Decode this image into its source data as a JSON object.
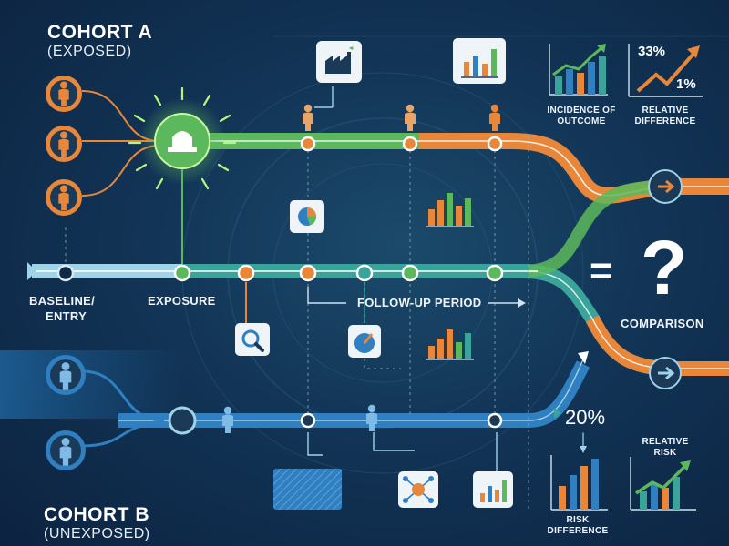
{
  "cohort_a": {
    "title": "COHORT A",
    "subtitle": "(EXPOSED)"
  },
  "cohort_b": {
    "title": "COHORT B",
    "subtitle": "(UNEXPOSED)"
  },
  "timeline": {
    "baseline_line1": "BASELINE/",
    "baseline_line2": "ENTRY",
    "exposure": "EXPOSURE",
    "follow_up": "FOLLOW-UP PERIOD"
  },
  "outcomes": {
    "incidence_line1": "INCIDENCE OF",
    "incidence_line2": "OUTCOME",
    "relative_difference_line1": "RELATIVE",
    "relative_difference_line2": "DIFFERENCE",
    "relative_difference_pct_high": "33%",
    "relative_difference_pct_low": "1%",
    "comparison": "COMPARISON",
    "equals_sign": "=",
    "question_mark": "?",
    "risk_pct": "20%",
    "relative_risk_line1": "RELATIVE",
    "relative_risk_line2": "RISK",
    "risk_difference_line1": "RISK",
    "risk_difference_line2": "DIFFERENCE"
  },
  "colors": {
    "background": "#123456",
    "green": "#5cb85c",
    "orange": "#e8873a",
    "teal": "#3aa39a",
    "blue": "#2f7fc1",
    "light_blue": "#9fd3e8"
  },
  "icons": [
    "person-icon",
    "alarm-light-icon",
    "factory-icon",
    "bar-chart-icon",
    "pie-chart-icon",
    "magnifier-icon",
    "gauge-icon",
    "network-person-icon",
    "arrow-right-icon",
    "trend-chart-icon"
  ]
}
